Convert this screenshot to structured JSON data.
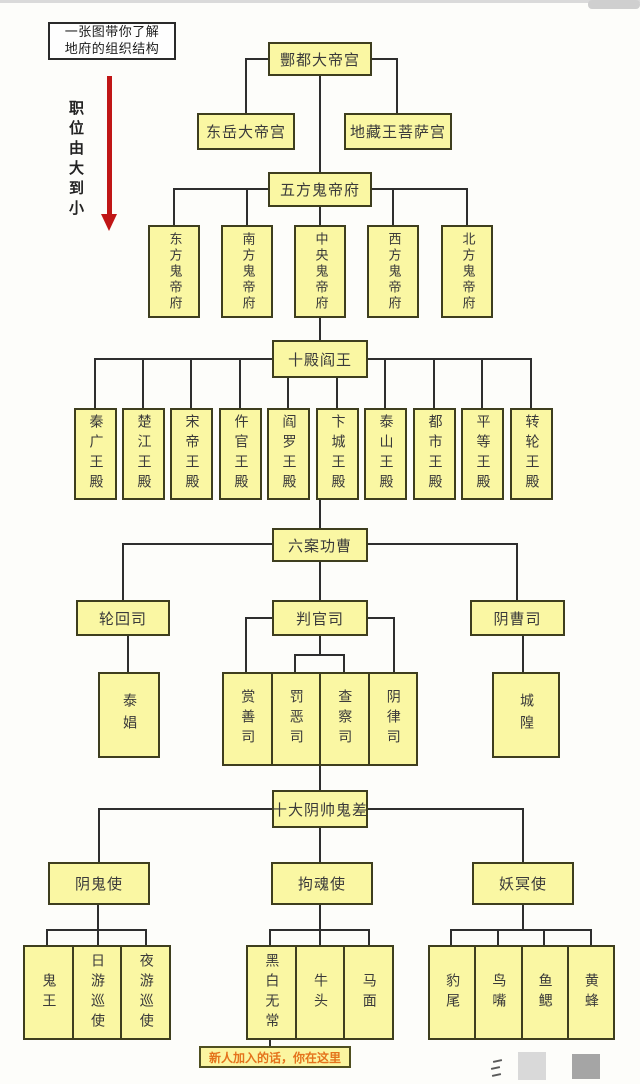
{
  "meta": {
    "caption_line1": "一张图带你了解",
    "caption_line2": "地府的组织结构",
    "side_label": "职位由大到小",
    "footer_note": "新人加入的话，你在这里"
  },
  "org": {
    "root": "酆都大帝宫",
    "level2": [
      "东岳大帝宫",
      "地藏王菩萨宫"
    ],
    "five_header": "五方鬼帝府",
    "five_palaces": [
      "东方鬼帝府",
      "南方鬼帝府",
      "中央鬼帝府",
      "西方鬼帝府",
      "北方鬼帝府"
    ],
    "ten_header": "十殿阎王",
    "ten_palaces": [
      "秦广王殿",
      "楚江王殿",
      "宋帝王殿",
      "仵官王殿",
      "阎罗王殿",
      "卞城王殿",
      "泰山王殿",
      "都市王殿",
      "平等王殿",
      "转轮王殿"
    ],
    "gongcao": "六案功曹",
    "departments": [
      "轮回司",
      "判官司",
      "阴曹司"
    ],
    "lunhui_child": "泰娼",
    "panguan_children": [
      "赏善司",
      "罚恶司",
      "查察司",
      "阴律司"
    ],
    "yincao_child": "城隍",
    "marshals_header": "十大阴帅鬼差",
    "envoys": [
      "阴鬼使",
      "拘魂使",
      "妖冥使"
    ],
    "yingui_children": [
      "鬼王",
      "日游巡使",
      "夜游巡使"
    ],
    "juhun_children": [
      "黑白无常",
      "牛头",
      "马面"
    ],
    "yaoming_children": [
      "豹尾",
      "鸟嘴",
      "鱼鳃",
      "黄蜂"
    ]
  },
  "colors": {
    "box_fill": "#faf7a3",
    "box_border": "#3e3e1e",
    "line": "#2e2e2e",
    "arrow_red": "#c01616",
    "note_text": "#e4731c"
  }
}
